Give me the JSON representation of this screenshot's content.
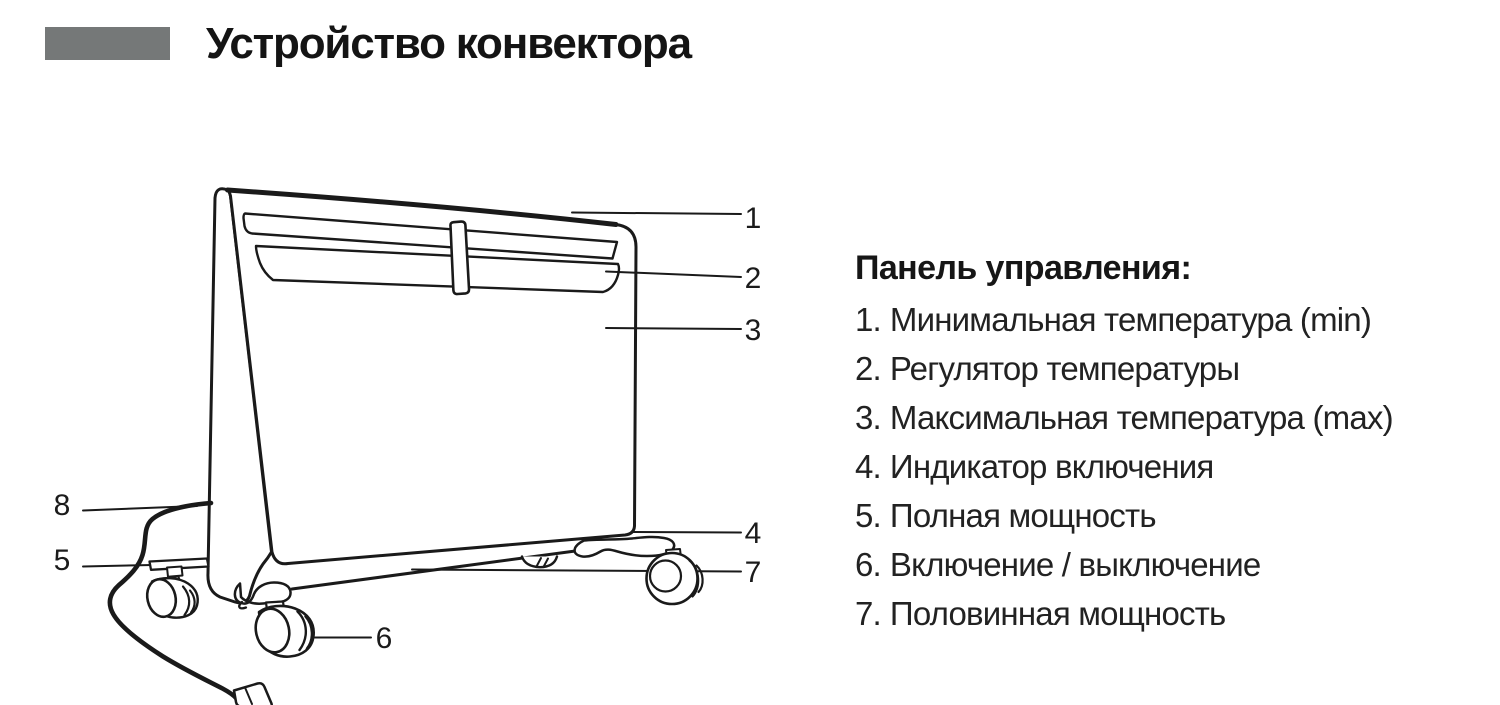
{
  "header": {
    "title": "Устройство конвектора",
    "accent_color": "#757878"
  },
  "legend": {
    "heading": "Панель управления:",
    "items": [
      {
        "num": "1.",
        "label": "Минимальная температура (min)"
      },
      {
        "num": "2.",
        "label": "Регулятор температуры"
      },
      {
        "num": "3.",
        "label": "Максимальная температура (max)"
      },
      {
        "num": "4.",
        "label": "Индикатор включения"
      },
      {
        "num": "5.",
        "label": "Полная мощность"
      },
      {
        "num": "6.",
        "label": "Включение / выключение"
      },
      {
        "num": "7.",
        "label": "Половинная мощность"
      }
    ]
  },
  "diagram": {
    "subject": "convector heater line drawing with numbered callouts",
    "line_color": "#1a1a1a",
    "callouts": [
      {
        "num": "1"
      },
      {
        "num": "2"
      },
      {
        "num": "3"
      },
      {
        "num": "4"
      },
      {
        "num": "5"
      },
      {
        "num": "6"
      },
      {
        "num": "7"
      },
      {
        "num": "8"
      }
    ]
  }
}
